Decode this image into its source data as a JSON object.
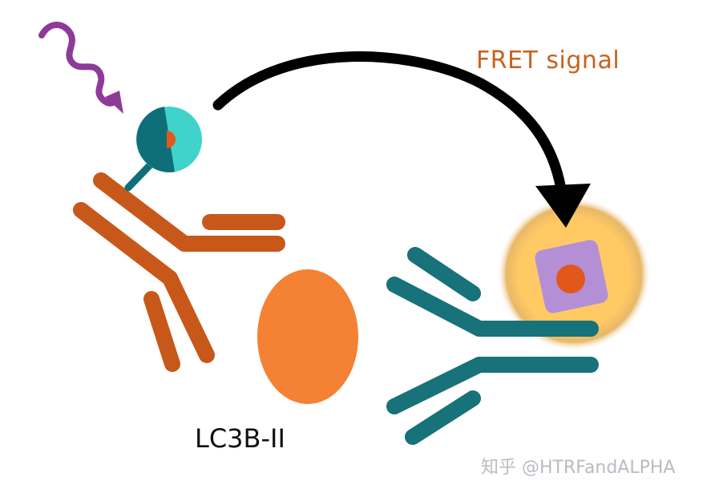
{
  "labels": {
    "fret_signal": "FRET signal",
    "antigen": "LC3B-II"
  },
  "watermark": {
    "text": "知乎 @HTRFandALPHA"
  },
  "colors": {
    "donor_antibody": "#c8581a",
    "acceptor_antibody": "#17727a",
    "antigen": "#f58134",
    "donor_dark": "#0f6f78",
    "donor_light": "#3fd3cc",
    "core": "#e2571c",
    "acceptor_glow": "#ffc964",
    "acceptor_square": "#b48fd6",
    "excitation_wave": "#8e3a98",
    "transfer_arrow": "#000000",
    "fret_text": "#c9621d",
    "label_text": "#111111"
  },
  "icons": {
    "excitation": "wavy-arrow-icon",
    "donor": "donor-fluorophore-icon",
    "acceptor": "acceptor-fluorophore-icon",
    "energy_transfer": "curved-arrow-icon"
  }
}
